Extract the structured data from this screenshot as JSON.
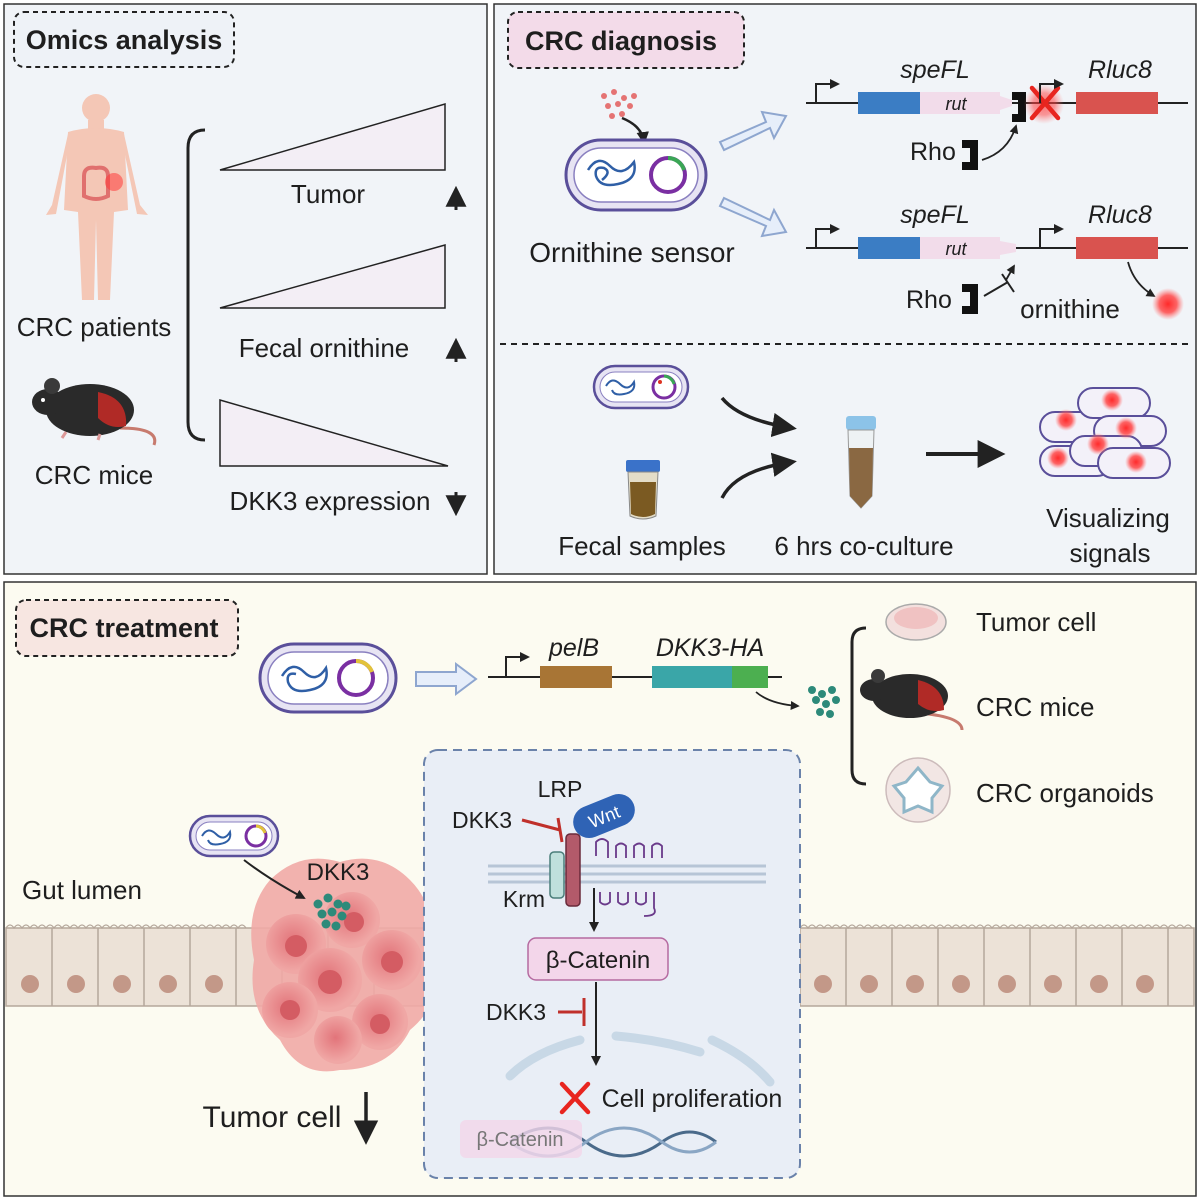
{
  "omics": {
    "title": "Omics analysis",
    "patients_label": "CRC patients",
    "mice_label": "CRC mice",
    "tumor_label": "Tumor",
    "ornithine_label": "Fecal ornithine",
    "dkk3_label": "DKK3 expression"
  },
  "diagnosis": {
    "title": "CRC diagnosis",
    "sensor_label": "Ornithine sensor",
    "gene_spefl": "speFL",
    "gene_rut": "rut",
    "gene_rluc8": "Rluc8",
    "rho_label": "Rho",
    "ornithine_label": "ornithine",
    "fecal_samples_label": "Fecal samples",
    "coculture_label": "6 hrs co-culture",
    "visualizing_line1": "Visualizing",
    "visualizing_line2": "signals"
  },
  "treatment": {
    "title": "CRC treatment",
    "gene_pelb": "pelB",
    "gene_dkk3ha": "DKK3-HA",
    "tumor_cell_label": "Tumor cell",
    "crc_mice_label": "CRC mice",
    "organoids_label": "CRC organoids",
    "gut_lumen_label": "Gut lumen",
    "dkk3_label": "DKK3",
    "tumor_cell_down_label": "Tumor cell",
    "lrp_label": "LRP",
    "wnt_label": "Wnt",
    "krm_label": "Krm",
    "beta_catenin_label": "β-Catenin",
    "cell_proliferation_label": "Cell proliferation",
    "beta_catenin_dna_label": "β-Catenin"
  },
  "colors": {
    "panel_top_bg": "#f1f4f8",
    "panel_bottom_bg": "#fcfbf1",
    "omics_title_bg": "#eef2f7",
    "diagnosis_title_bg": "#f3dbe9",
    "treatment_title_bg": "#f7e6e1",
    "gene_blue": "#3b7dc4",
    "gene_red": "#d9534f",
    "gene_brown": "#a87535",
    "gene_teal": "#3aa6a8",
    "gene_green": "#4caf50",
    "tumor_pink": "#e98a8a"
  }
}
